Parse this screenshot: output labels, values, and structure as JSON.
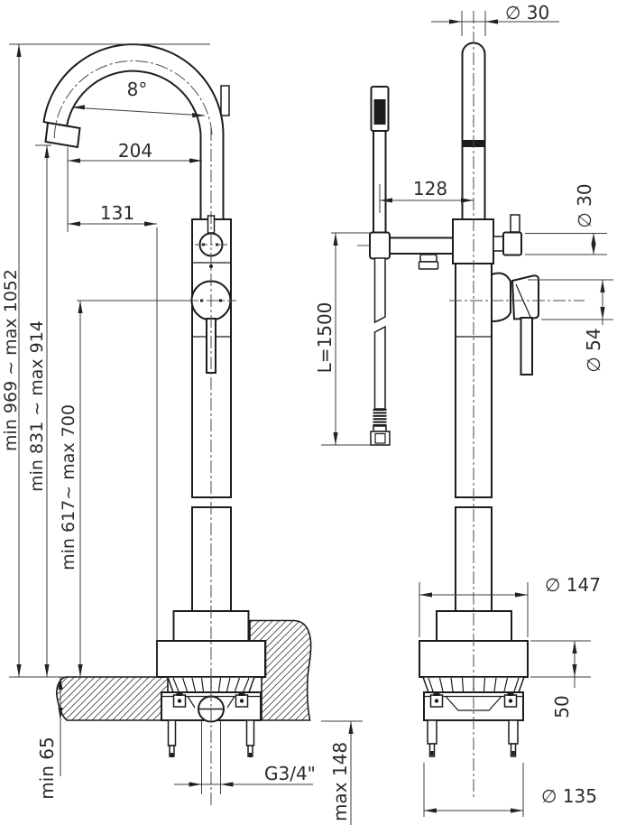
{
  "drawing": {
    "kind": "technical installation drawing",
    "product": "freestanding floor-mounted bath mixer with hand shower",
    "views": [
      "front view with floor section",
      "side view"
    ]
  },
  "dims": {
    "spout_angle": "8°",
    "spout_reach": "204",
    "spout_offset": "131",
    "overall_height": "min 969 ~ max 1052",
    "spout_outlet_height": "min 831 ~ max 914",
    "handle_height": "min 617~ max 700",
    "floor_thickness": "min 65",
    "connection_thread": "G3/4\"",
    "underfloor_depth": "max 148",
    "riser_diameter": "∅ 30",
    "shower_axis_offset": "128",
    "diverter_diameter": "∅ 30",
    "hose_length": "L=1500",
    "valve_body_diameter": "∅ 54",
    "base_cover_diameter": "∅ 147",
    "base_cover_height": "50",
    "base_plate_diameter": "∅ 135"
  }
}
